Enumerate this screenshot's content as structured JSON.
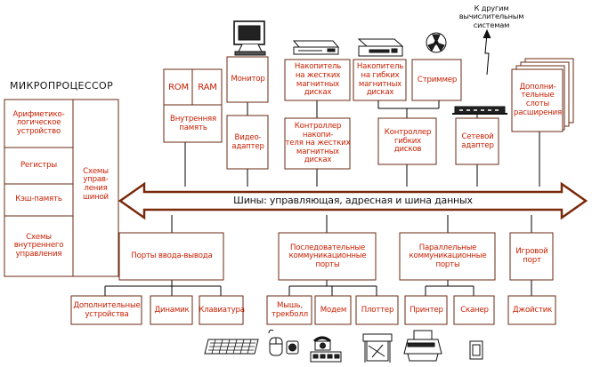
{
  "colors": {
    "text": "#c81e00",
    "box_border": "#6a2a10",
    "bus_border": "#7a2a0a",
    "bus_fill": "#ffffff",
    "lines": "#000000"
  },
  "cpu": {
    "title": "МИКРОПРОЦЕССОР",
    "left": [
      "Арифметико-\nлогическое\nустройство",
      "Регистры",
      "Кэш-память",
      "Схемы\nвнутреннего\nуправления"
    ],
    "right": "Схемы\nуправ-\nления\nшиной"
  },
  "memory": {
    "rom": "ROM",
    "ram": "RAM",
    "label": "Внутренняя\nпамять"
  },
  "devices_top": {
    "monitor": "Монитор",
    "hdd": "Накопитель\nна жестких\nмагнитных\nдисках",
    "fdd": "Накопитель\nна гибких\nмагнитных\nдисках",
    "streamer": "Стриммер",
    "extra_slots": "Дополни-\nтельные\nслоты\nрасширения",
    "other_systems": "К другим\nвычислительным\nсистемам"
  },
  "controllers": {
    "video": "Видео-\nадаптер",
    "hdd_ctrl": "Контроллер накопи-\nтеля на жестких\nмагнитных\nдисках",
    "fdd_ctrl": "Контроллер\nгибких\nдисков",
    "network": "Сетевой\nадаптер"
  },
  "bus": {
    "label": "Шины: управляющая, адресная и шина данных"
  },
  "ports": {
    "io": "Порты ввода-вывода",
    "serial": "Последовательные\nкоммуникационные\nпорты",
    "parallel": "Параллельные\nкоммуникационные\nпорты",
    "game": "Игровой\nпорт"
  },
  "devices_bottom": {
    "extra_devices": "Дополнительные\nустройства",
    "speaker": "Динамик",
    "keyboard": "Клавиатура",
    "mouse": "Мышь,\nтрекболл",
    "modem": "Модем",
    "plotter": "Плоттер",
    "printer": "Принтер",
    "scanner": "Сканер",
    "joystick": "Джойстик"
  },
  "icons": [
    "monitor-icon",
    "hard-drive-icon",
    "floppy-drive-icon",
    "tape-reel-icon",
    "lightning-icon",
    "network-hub-icon",
    "expansion-cards-icon",
    "keyboard-icon",
    "mouse-icon",
    "phone-modem-icon",
    "plotter-icon",
    "printer-icon",
    "scanner-icon",
    "joystick-icon"
  ]
}
